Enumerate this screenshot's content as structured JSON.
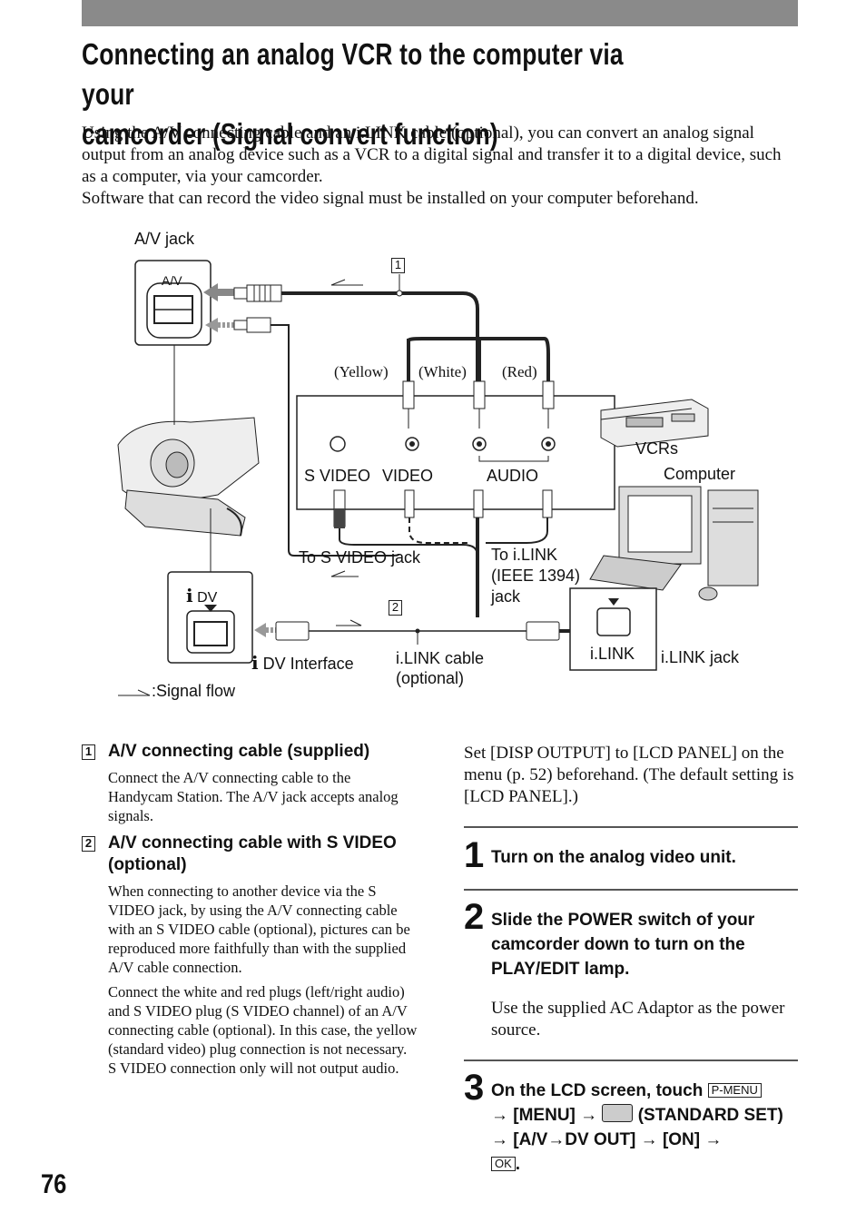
{
  "page": {
    "title_line1": "Connecting an analog VCR to the computer via your",
    "title_line2": "camcorder (Signal convert function)",
    "intro_p1": "Using the A/V connecting cable and an i.LINK cable (optional), you can convert an analog signal output from an analog device such as a VCR to a digital signal and transfer it to a digital device, such as a computer, via your camcorder.",
    "intro_p2": "Software that can record the video signal must be installed on your computer beforehand.",
    "page_number": "76"
  },
  "diagram": {
    "av_jack_label": "A/V jack",
    "av_port_label": "A/V",
    "yellow": "(Yellow)",
    "white": "(White)",
    "red": "(Red)",
    "vcrs": "VCRs",
    "computer": "Computer",
    "s_video": "S VIDEO",
    "video": "VIDEO",
    "audio": "AUDIO",
    "to_s_video_jack": "To S VIDEO jack",
    "to_ilink_1": "To i.LINK",
    "to_ilink_2": "(IEEE 1394)",
    "to_ilink_3": "jack",
    "dv_label": "DV",
    "dv_interface": "DV Interface",
    "ilink_cable_1": "i.LINK cable",
    "ilink_cable_2": "(optional)",
    "ilink_port": "i.LINK",
    "ilink_jack": "i.LINK jack",
    "signal_flow": ":Signal flow",
    "num1": "1",
    "num2": "2"
  },
  "items": [
    {
      "num": "1",
      "heading": "A/V connecting cable (supplied)",
      "body": [
        "Connect the A/V connecting cable to the Handycam Station. The A/V jack accepts analog signals."
      ]
    },
    {
      "num": "2",
      "heading": "A/V connecting cable with S VIDEO (optional)",
      "body": [
        "When connecting to another device via the S VIDEO jack, by using the A/V connecting cable with an S VIDEO cable (optional), pictures can be reproduced more faithfully than with the supplied A/V cable connection.",
        "Connect the white and red plugs (left/right audio) and S VIDEO plug (S VIDEO channel) of an A/V connecting cable (optional). In this case, the yellow (standard video) plug connection is not necessary. S VIDEO connection only will not output audio."
      ]
    }
  ],
  "right": {
    "preface": "Set [DISP OUTPUT] to [LCD PANEL] on the menu (p. 52) beforehand. (The default setting is [LCD PANEL].)",
    "steps": [
      {
        "num": "1",
        "text": "Turn on the analog video unit."
      },
      {
        "num": "2",
        "text": "Slide the POWER switch of your camcorder down to turn on the PLAY/EDIT lamp.",
        "note": "Use the supplied AC Adaptor as the power source."
      },
      {
        "num": "3",
        "t1": "On the LCD screen, touch",
        "pmenu": "P-MENU",
        "arrow": "→",
        "t2": "[MENU]",
        "t3": "(STANDARD SET)",
        "t4": "[A/V",
        "t5": "DV OUT]",
        "t6": "[ON]",
        "ok": "OK",
        "period": "."
      }
    ]
  }
}
